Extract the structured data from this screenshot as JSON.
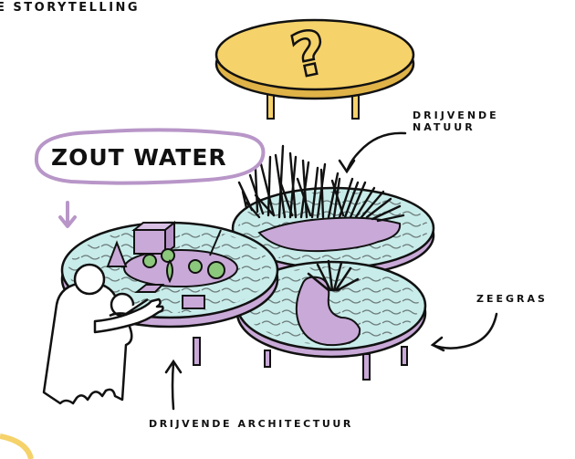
{
  "header_label": "E STORYTELLING",
  "labels": {
    "zout_water": "ZOUT WATER",
    "drijvende_natuur_line1": "DRIJVENDE",
    "drijvende_natuur_line2": "NATUUR",
    "zeegras": "ZEEGRAS",
    "drijvende_architectuur": "DRIJVENDE ARCHITECTUUR"
  },
  "question_mark": "?",
  "colors": {
    "outline": "#111111",
    "water": "#c8ecea",
    "platform_lilac": "#c9a9d8",
    "speech_bubble": "#b896c8",
    "table_yellow": "#f5d26a",
    "figure_fill": "#ffffff",
    "tree_green": "#8cc87c"
  }
}
